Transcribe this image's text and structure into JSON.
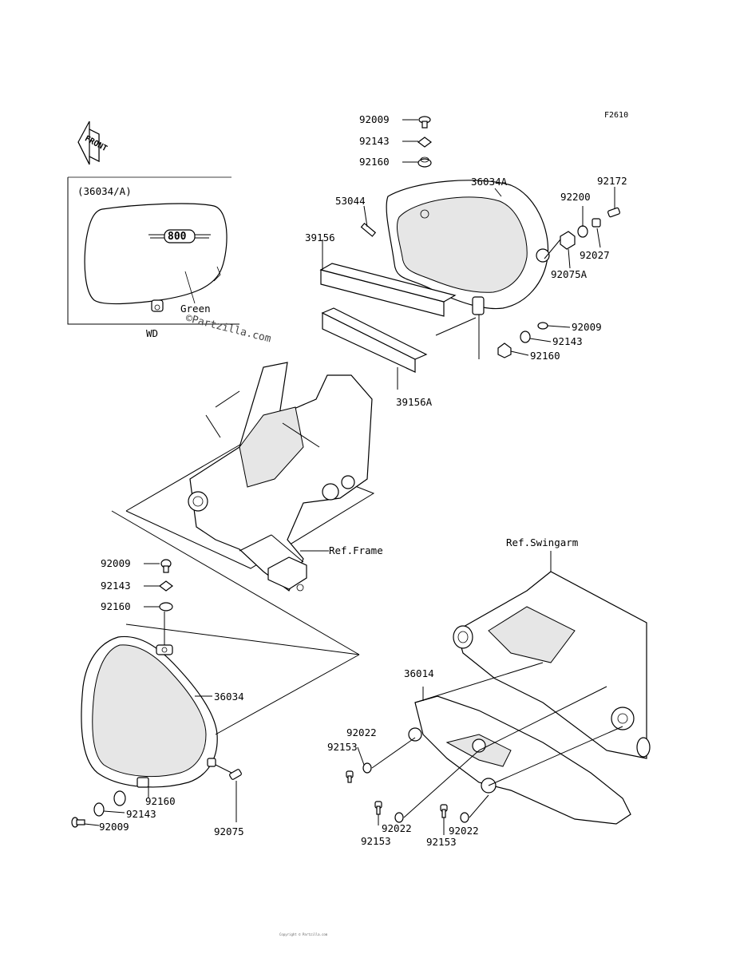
{
  "figure_code": "F2610",
  "front_label": "FRONT",
  "inset": {
    "ref": "(36034/A)",
    "badge_text": "800",
    "color_label": "Green",
    "market_label": "WD",
    "watermark": "©Partzilla.com"
  },
  "refs": {
    "frame": "Ref.Frame",
    "swingarm": "Ref.Swingarm"
  },
  "labels": {
    "top_92009": "92009",
    "top_92143": "92143",
    "top_92160": "92160",
    "p53044": "53044",
    "p39156": "39156",
    "p36034A": "36034A",
    "p92200": "92200",
    "p92172": "92172",
    "p92027": "92027",
    "p92075A": "92075A",
    "r_92009": "92009",
    "r_92143": "92143",
    "r_92160": "92160",
    "p39156A": "39156A",
    "l_92009": "92009",
    "l_92143": "92143",
    "l_92160": "92160",
    "p36034": "36034",
    "b_92160": "92160",
    "b_92143": "92143",
    "b_92009": "92009",
    "p92075": "92075",
    "p36014": "36014",
    "g_92022": "92022",
    "g_92153": "92153",
    "h_92022": "92022",
    "h_92153": "92153",
    "k_92022": "92022",
    "k_92153": "92153"
  },
  "footer": "Copyright © Partzilla.com"
}
